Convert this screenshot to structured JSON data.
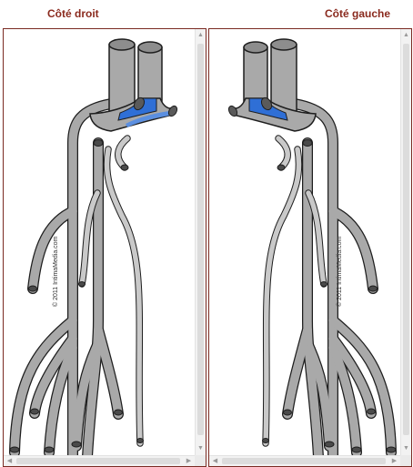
{
  "panes": {
    "right": {
      "title": "Côté droit",
      "watermark": "© 2011 IntimaMedia.com"
    },
    "left": {
      "title": "Côté gauche",
      "watermark": "© 2011 IntimaMedia.com"
    }
  },
  "scrollbar": {
    "up": "▲",
    "down": "▼",
    "left": "◀",
    "right": "▶"
  },
  "colors": {
    "title": "#8a2a1e",
    "border": "#7a2a22",
    "vessel_fill": "#a9a9a9",
    "vessel_outline": "#1e1e1e",
    "highlight": "#2f6fd6"
  }
}
